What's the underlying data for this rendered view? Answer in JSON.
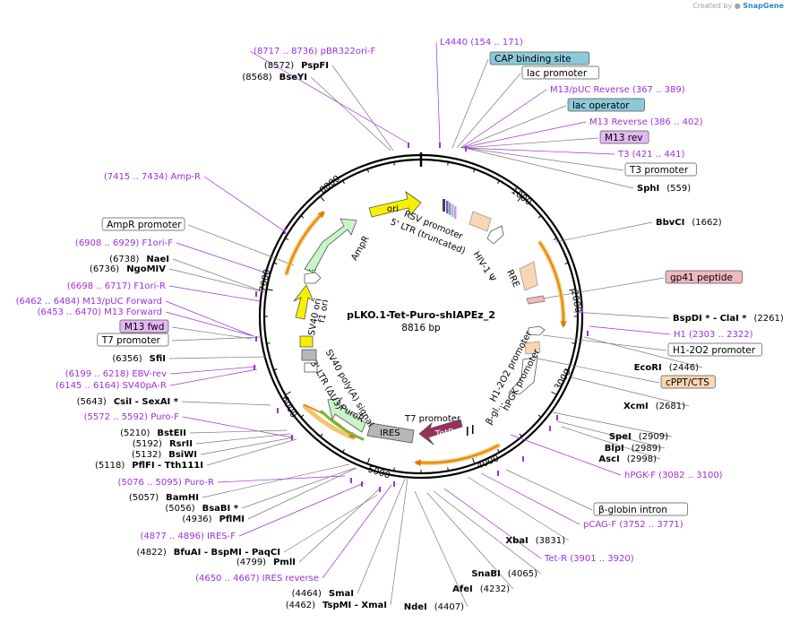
{
  "plasmid": {
    "name": "pLKO.1-Tet-Puro-shIAPEz_2",
    "size": "8816 bp"
  },
  "credit": {
    "prefix": "Created by",
    "brand": "SnapGene"
  },
  "ticks": [
    "1000",
    "2000",
    "3000",
    "4000",
    "5000",
    "6000",
    "7000",
    "8000"
  ],
  "labels": [
    {
      "t": "p",
      "s": "(8717 .. 8736)  pBR322ori-F"
    },
    {
      "t": "e",
      "n": "PspFI",
      "p": "(8572)"
    },
    {
      "t": "e",
      "n": "BseYI",
      "p": "(8568)"
    },
    {
      "t": "p",
      "s": "(7415 .. 7434)  Amp-R"
    },
    {
      "t": "b",
      "s": "AmpR promoter",
      "c": "#ffffff"
    },
    {
      "t": "p",
      "s": "(6908 .. 6929)  F1ori-F"
    },
    {
      "t": "e",
      "n": "NaeI",
      "p": "(6738)"
    },
    {
      "t": "e",
      "n": "NgoMIV",
      "p": "(6736)"
    },
    {
      "t": "p",
      "s": "(6698 .. 6717)  F1ori-R"
    },
    {
      "t": "p",
      "s": "(6462 .. 6484)  M13/pUC Forward"
    },
    {
      "t": "p",
      "s": "(6453 .. 6470)  M13 Forward"
    },
    {
      "t": "b",
      "s": "M13 fwd",
      "c": "#e4b8f2"
    },
    {
      "t": "b",
      "s": "T7 promoter",
      "c": "#ffffff"
    },
    {
      "t": "e",
      "n": "SfiI",
      "p": "(6356)"
    },
    {
      "t": "p",
      "s": "(6199 .. 6218)  EBV-rev"
    },
    {
      "t": "p",
      "s": "(6145 .. 6164)  SV40pA-R"
    },
    {
      "t": "e",
      "n": "CsiI  - SexAI *",
      "p": "(5643)"
    },
    {
      "t": "p",
      "s": "(5572 .. 5592)  Puro-F"
    },
    {
      "t": "e",
      "n": "BstEII",
      "p": "(5210)"
    },
    {
      "t": "e",
      "n": "RsrII",
      "p": "(5192)"
    },
    {
      "t": "e",
      "n": "BsiWI",
      "p": "(5132)"
    },
    {
      "t": "e",
      "n": "PflFI  - Tth111I",
      "p": "(5118)"
    },
    {
      "t": "p",
      "s": "(5076 .. 5095)  Puro-R"
    },
    {
      "t": "e",
      "n": "BamHI",
      "p": "(5057)"
    },
    {
      "t": "e",
      "n": "BsaBI *",
      "p": "(5056)"
    },
    {
      "t": "e",
      "n": "PflMI",
      "p": "(4936)"
    },
    {
      "t": "p",
      "s": "(4877 .. 4896)  IRES-F"
    },
    {
      "t": "e",
      "n": "BfuAI  - BspMI  - PaqCI",
      "p": "(4822)"
    },
    {
      "t": "e",
      "n": "PmlI",
      "p": "(4799)"
    },
    {
      "t": "p",
      "s": "(4650 .. 4667)  IRES reverse"
    },
    {
      "t": "e",
      "n": "SmaI",
      "p": "(4464)"
    },
    {
      "t": "e",
      "n": "TspMI  - XmaI",
      "p": "(4462)"
    },
    {
      "t": "e",
      "n": "NdeI",
      "p": "(4407)"
    },
    {
      "t": "e",
      "n": "AfeI",
      "p": "(4232)"
    },
    {
      "t": "e",
      "n": "SnaBI",
      "p": "(4065)"
    },
    {
      "t": "p",
      "s": "Tet-R  (3901 .. 3920)"
    },
    {
      "t": "e",
      "n": "XbaI",
      "p": "(3831)"
    },
    {
      "t": "p",
      "s": "pCAG-F  (3752 .. 3771)"
    },
    {
      "t": "b",
      "s": "β-globin intron",
      "c": "#ffffff"
    },
    {
      "t": "p",
      "s": "hPGK-F  (3082 .. 3100)"
    },
    {
      "t": "e",
      "n": "AscI",
      "p": "(2998)"
    },
    {
      "t": "e",
      "n": "BlpI",
      "p": "(2989)"
    },
    {
      "t": "e",
      "n": "SpeI",
      "p": "(2909)"
    },
    {
      "t": "e",
      "n": "XcmI",
      "p": "(2681)"
    },
    {
      "t": "b",
      "s": "cPPT/CTS",
      "c": "#fbd6b4"
    },
    {
      "t": "e",
      "n": "EcoRI",
      "p": "(2446)"
    },
    {
      "t": "b",
      "s": "H1-2O2 promoter",
      "c": "#ffffff"
    },
    {
      "t": "p",
      "s": "H1  (2303 .. 2322)"
    },
    {
      "t": "e",
      "n": "BspDI *  - ClaI *",
      "p": "(2261)"
    },
    {
      "t": "b",
      "s": "gp41 peptide",
      "c": "#f0b8c0"
    },
    {
      "t": "e",
      "n": "BbvCI",
      "p": "(1662)"
    },
    {
      "t": "e",
      "n": "SphI",
      "p": "(559)"
    },
    {
      "t": "b",
      "s": "T3 promoter",
      "c": "#ffffff"
    },
    {
      "t": "p",
      "s": "T3  (421 .. 441)"
    },
    {
      "t": "b",
      "s": "M13 rev",
      "c": "#e4b8f2"
    },
    {
      "t": "p",
      "s": "M13 Reverse  (386 .. 402)"
    },
    {
      "t": "b",
      "s": "lac operator",
      "c": "#8cc9d8"
    },
    {
      "t": "p",
      "s": "M13/pUC Reverse  (367 .. 389)"
    },
    {
      "t": "b",
      "s": "lac promoter",
      "c": "#ffffff"
    },
    {
      "t": "b",
      "s": "CAP binding site",
      "c": "#8cc9d8"
    },
    {
      "t": "p",
      "s": "L4440  (154 .. 171)"
    }
  ],
  "features": {
    "ori": "ori",
    "rsv": "RSV promoter",
    "ltr5": "5' LTR (truncated)",
    "hiv": "HIV-1 Ψ",
    "rre": "RRE",
    "h1": "H1-2O2 promoter",
    "hpgk": "hPGK promoter",
    "bglobin": "β-gl...",
    "t7": "T7 promoter",
    "tetr": "TetR",
    "ires": "IRES",
    "puror": "PuroR",
    "sv40pa": "SV40 poly(A) signal",
    "ltr3": "3' LTR (ΔU3)",
    "sv40ori": "SV40 ori",
    "f1ori": "f1 ori",
    "ampr": "AmpR",
    "dots": "..."
  }
}
